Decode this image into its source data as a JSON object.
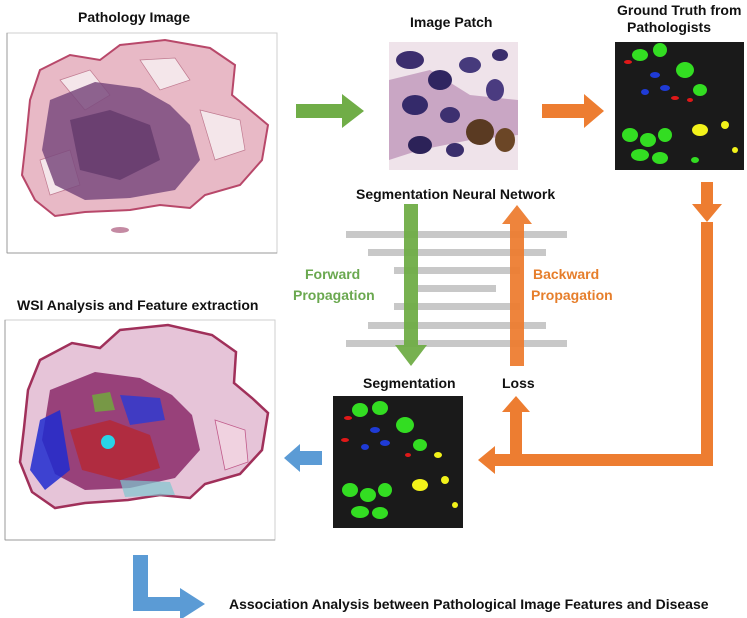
{
  "labels": {
    "pathology_image": "Pathology Image",
    "image_patch": "Image Patch",
    "ground_truth_line1": "Ground Truth from",
    "ground_truth_line2": "Pathologists",
    "segmentation_nn": "Segmentation Neural Network",
    "forward_line1": "Forward",
    "forward_line2": "Propagation",
    "backward_line1": "Backward",
    "backward_line2": "Propagation",
    "wsi_analysis": "WSI Analysis and Feature extraction",
    "segmentation": "Segmentation",
    "loss": "Loss",
    "association": "Association Analysis between Pathological Image Features and Disease"
  },
  "colors": {
    "green_arrow": "#70ad47",
    "orange_arrow": "#ed7d31",
    "blue_arrow": "#5b9bd5",
    "layer_bar": "#c8c8c8",
    "tissue_pink": "#c05a78",
    "tissue_purple": "#6b3a72",
    "seg_green": "#33dd22",
    "seg_blue": "#1f3bd6",
    "seg_red": "#e01818",
    "seg_yellow": "#f2f21a",
    "seg_bg": "#1a1a1a"
  }
}
